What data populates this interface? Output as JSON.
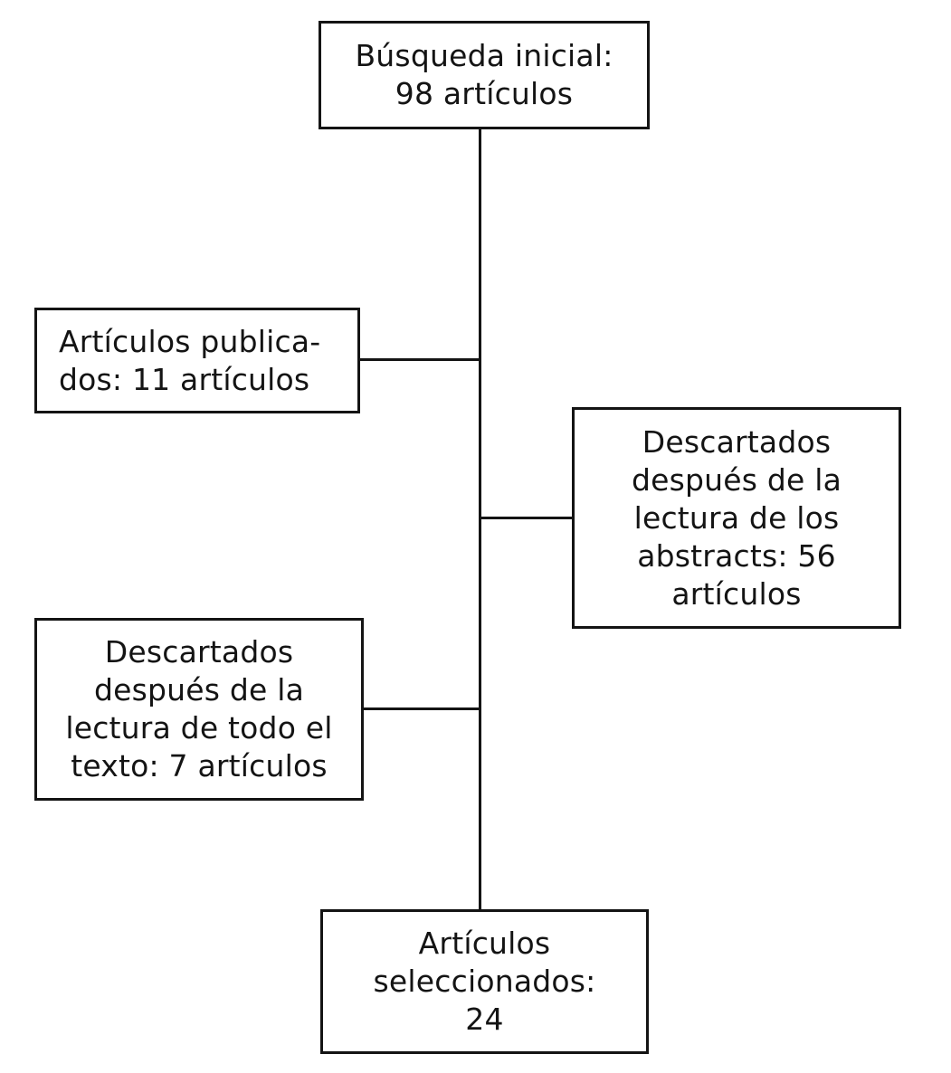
{
  "diagram": {
    "type": "flowchart",
    "colors": {
      "ink": "#141414",
      "background": "#ffffff"
    },
    "boxes": {
      "initial_search": {
        "text": "Búsqueda inicial:\n98 artículos"
      },
      "published": {
        "text": "Artículos publica-\ndos: 11 artículos"
      },
      "discarded_abstracts": {
        "text": "Descartados\ndespués de la\nlectura de los\nabstracts: 56\nartículos"
      },
      "discarded_full_text": {
        "text": "Descartados\ndespués de la\nlectura de todo el\ntexto: 7 artículos"
      },
      "selected": {
        "text": "Artículos\nseleccionados:\n24"
      }
    },
    "values": {
      "initial_search_articles": 98,
      "published_articles": 11,
      "discarded_after_abstracts": 56,
      "discarded_after_full_text": 7,
      "selected_articles": 24
    }
  }
}
